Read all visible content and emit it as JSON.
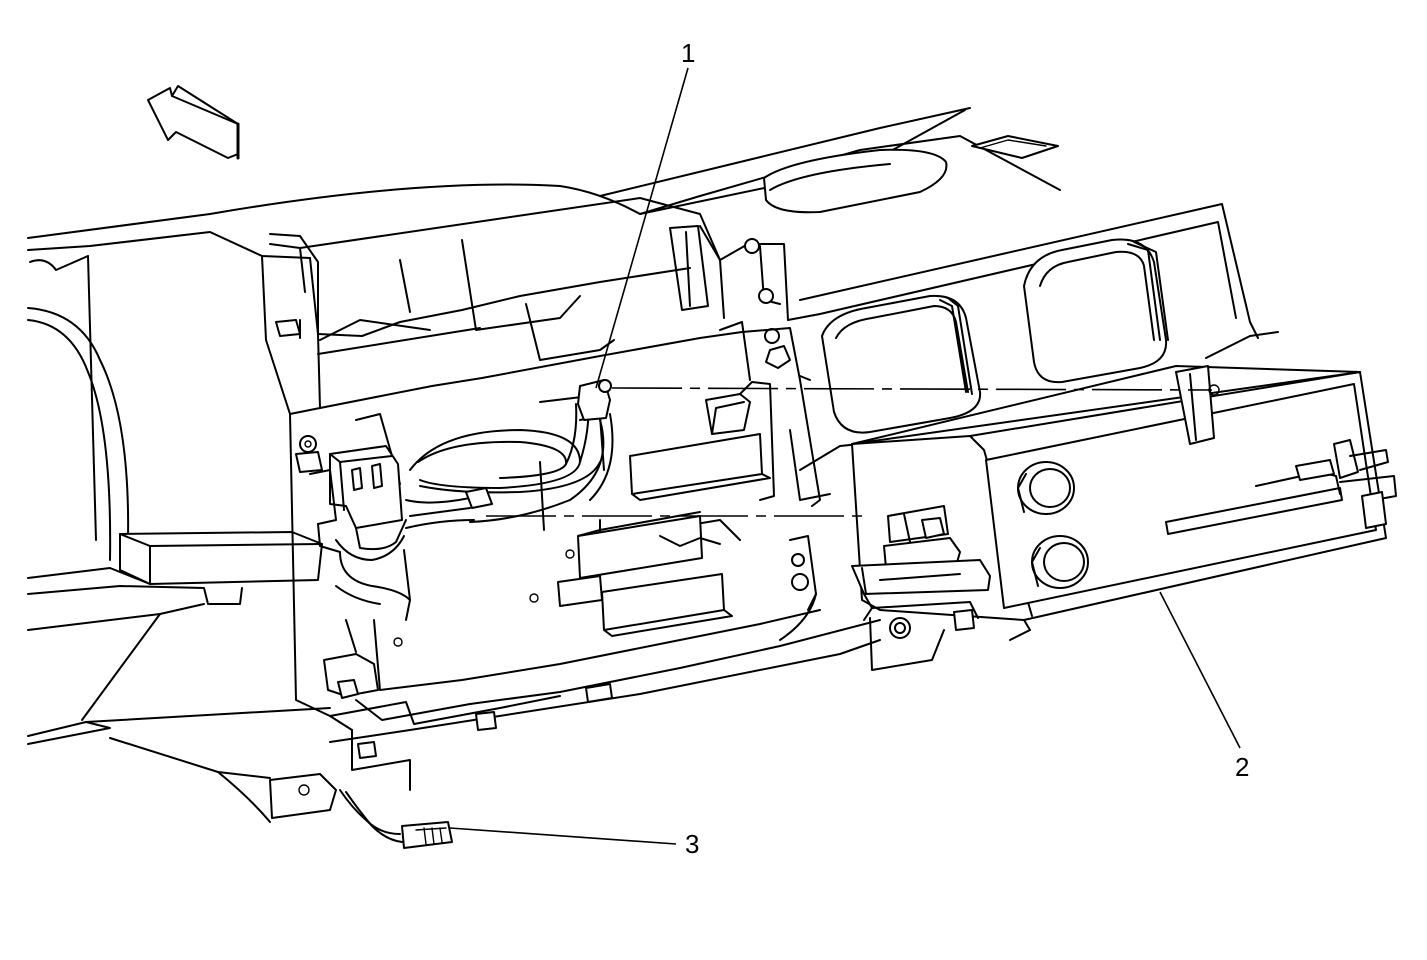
{
  "callouts": [
    {
      "id": "1",
      "label": "1"
    },
    {
      "id": "2",
      "label": "2"
    },
    {
      "id": "3",
      "label": "3"
    }
  ],
  "colors": {
    "line": "#000000",
    "background": "#ffffff"
  },
  "icons": {
    "direction": "front-arrow-icon"
  }
}
